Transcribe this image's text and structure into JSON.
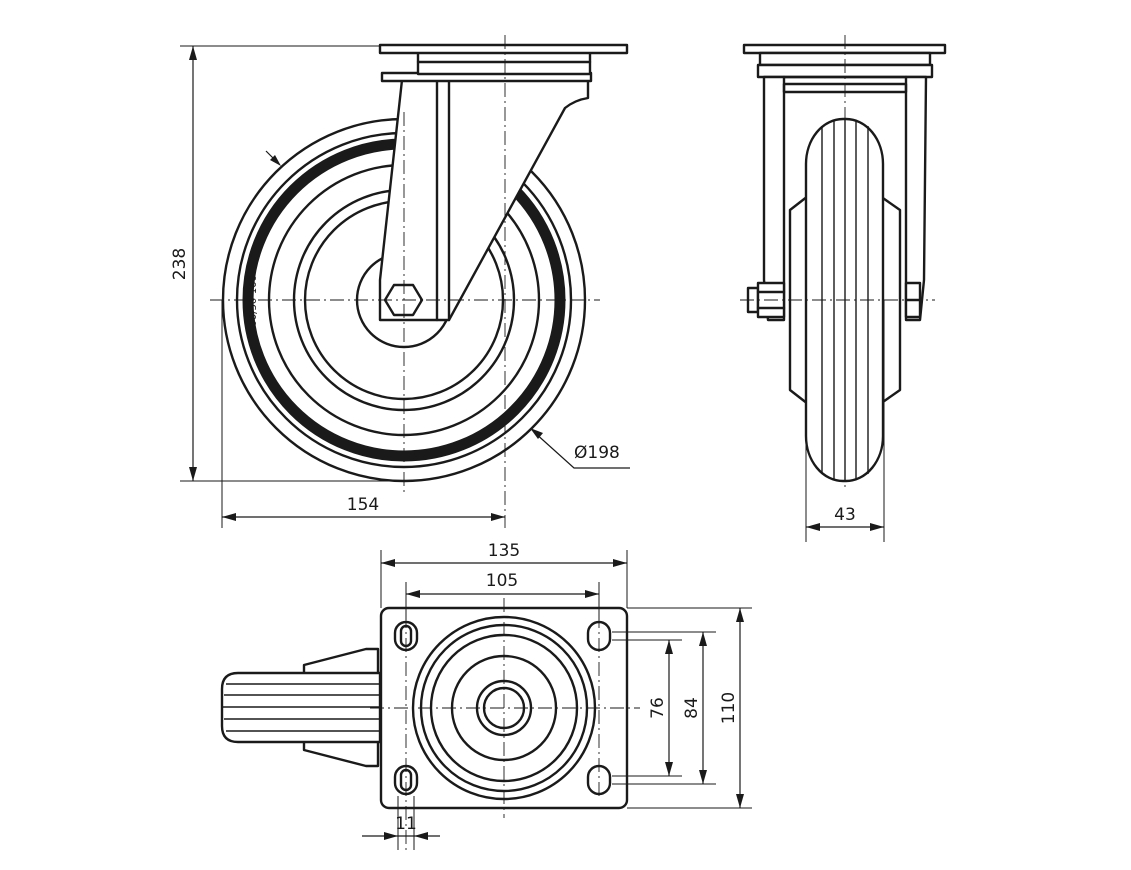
{
  "dimensions": {
    "height": "238",
    "offset": "154",
    "wheel_diameter": "Ø198",
    "wheel_width": "43",
    "plate_width": "135",
    "hole_spacing_x": "105",
    "plate_height": "110",
    "hole_spacing_y_outer": "84",
    "hole_spacing_y_inner": "76",
    "hole_diameter": "11"
  },
  "wheel_marking": "200/50-100"
}
